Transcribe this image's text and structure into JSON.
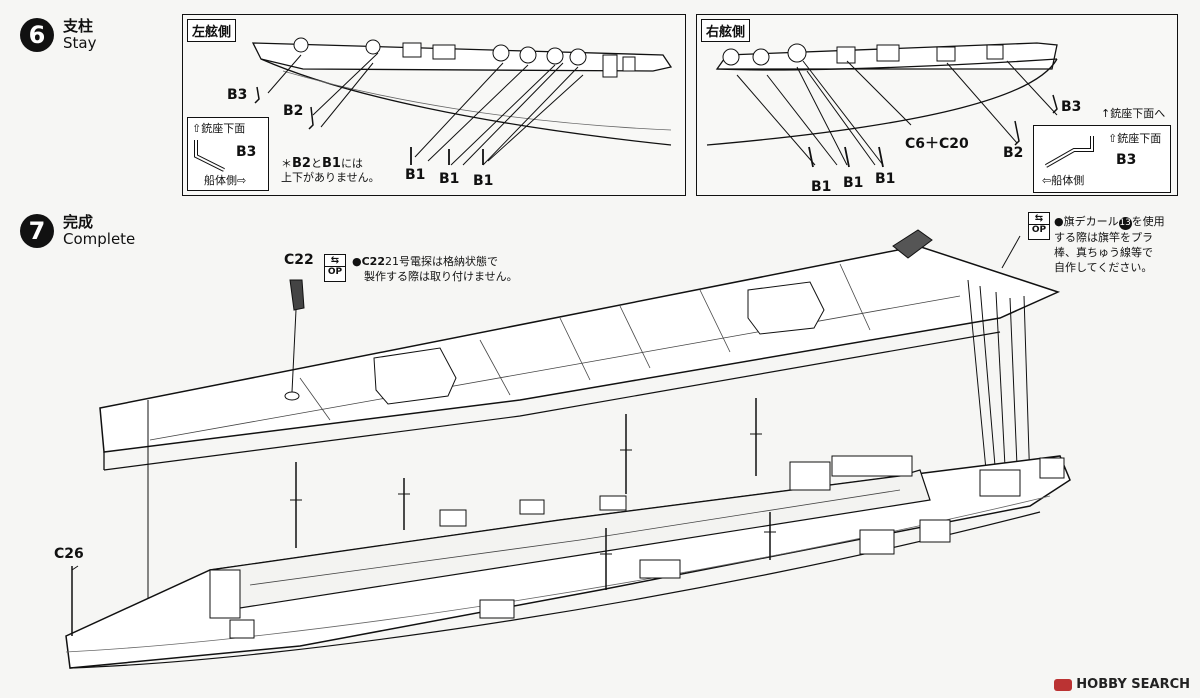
{
  "step6": {
    "number": "6",
    "title": "支柱",
    "subtitle": "Stay",
    "left_panel": {
      "title": "左舷側",
      "labels": [
        "B3",
        "B2",
        "B1",
        "B1",
        "B1"
      ],
      "legend": {
        "top": "銃座下面",
        "part": "B3",
        "bottom": "船体側"
      },
      "note": {
        "mark": "＊",
        "part_a": "B2",
        "connector": "と",
        "part_b": "B1",
        "suffix": "には",
        "line2": "上下がありません。"
      }
    },
    "right_panel": {
      "title": "右舷側",
      "labels": [
        "B3",
        "C6＋C20",
        "B2",
        "B1",
        "B1",
        "B1"
      ],
      "top_note": "↑銃座下面へ",
      "legend": {
        "top": "銃座下面",
        "part": "B3",
        "bottom": "船体側"
      }
    }
  },
  "step7": {
    "number": "7",
    "title": "完成",
    "subtitle": "Complete",
    "c22_label": "C22",
    "c22_note": {
      "bullet": "●",
      "part": "C22",
      "line1": "21号電探は格納状態で",
      "line2": "製作する際は取り付けません。"
    },
    "c26_label": "C26",
    "flag_note": {
      "line1": "●旗デカール",
      "decal_number": "13",
      "line1_end": "を使用",
      "line2": "する際は旗竿をプラ",
      "line3": "棒、真ちゅう線等で",
      "line4": "自作してください。"
    },
    "op_badge": "OP"
  },
  "watermark": "HOBBY SEARCH"
}
